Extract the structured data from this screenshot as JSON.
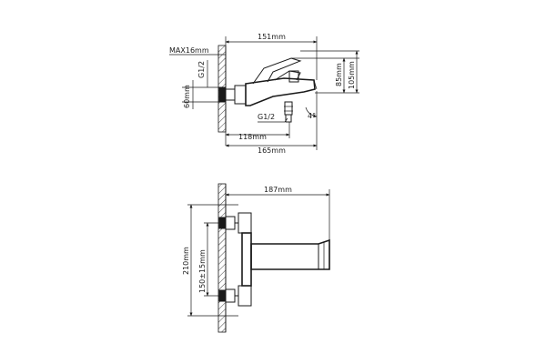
{
  "top_view": {
    "max_label": "MAX16mm",
    "g_upper": "G1/2",
    "g_lower": "G1/2",
    "dim_151": "151mm",
    "dim_85": "85mm",
    "dim_105": "105mm",
    "dim_60": "60mm",
    "dim_118": "118mm",
    "dim_165": "165mm",
    "angle": "4°"
  },
  "front_view": {
    "dim_187": "187mm",
    "dim_210": "210mm",
    "dim_150": "150±15mm"
  }
}
